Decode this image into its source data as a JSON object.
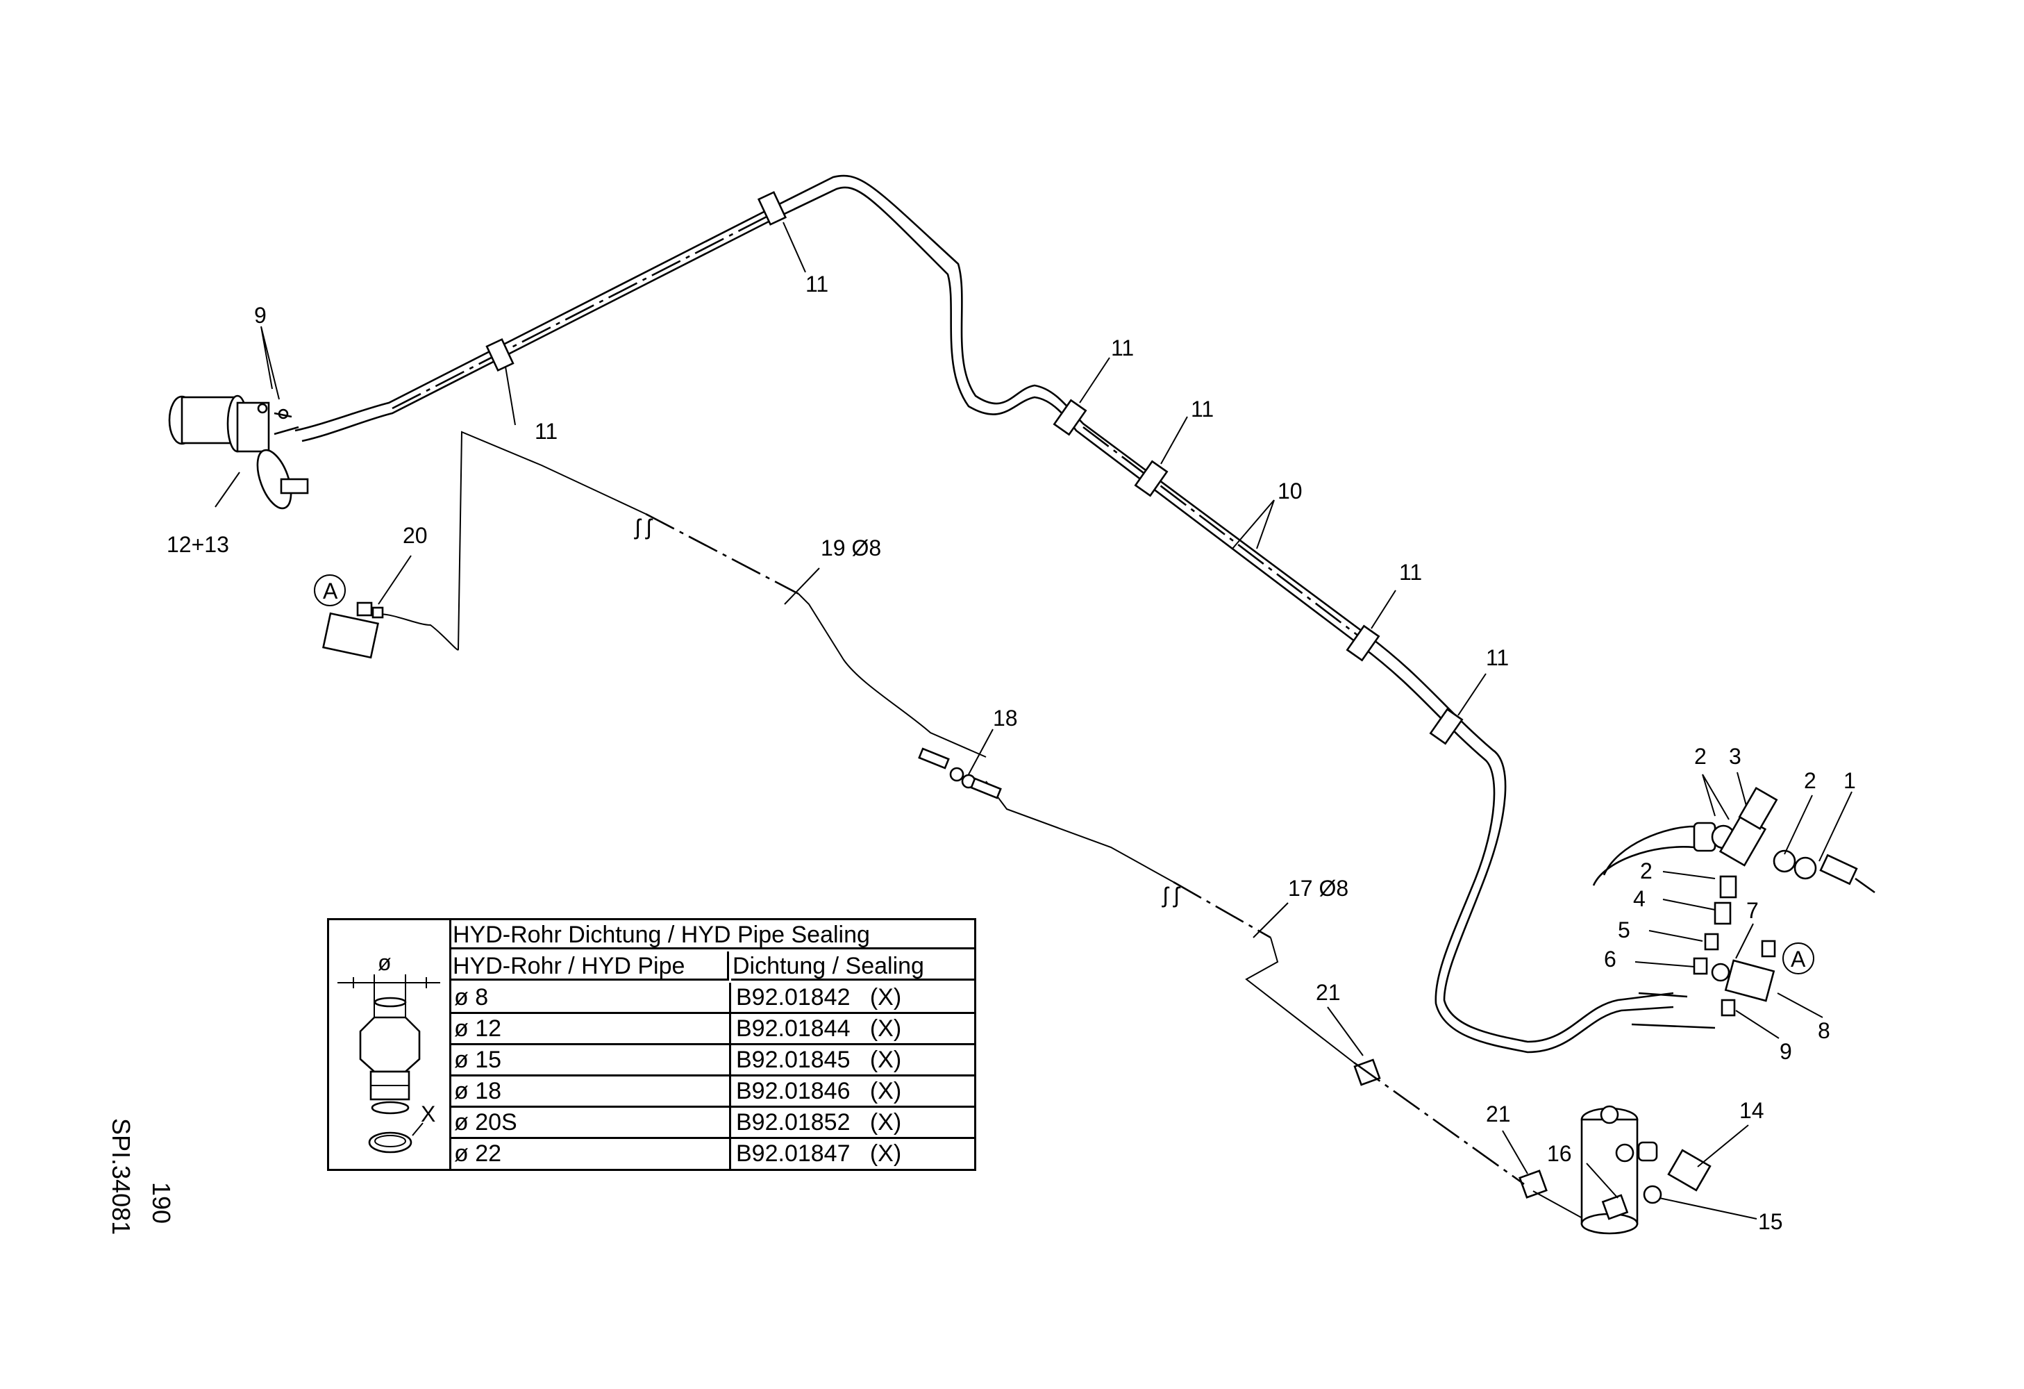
{
  "callouts": {
    "c_9_top": "9",
    "c_11_a": "11",
    "c_11_b": "11",
    "c_11_c": "11",
    "c_11_d": "11",
    "c_11_e": "11",
    "c_11_f": "11",
    "c_10": "10",
    "c_12_13": "12+13",
    "c_20": "20",
    "c_a_left": "A",
    "c_19": "19 Ø8",
    "c_18": "18",
    "c_17": "17 Ø8",
    "c_21_a": "21",
    "c_21_b": "21",
    "c_2_a": "2",
    "c_3": "3",
    "c_2_b": "2",
    "c_1": "1",
    "c_2_c": "2",
    "c_4": "4",
    "c_5": "5",
    "c_6": "6",
    "c_7": "7",
    "c_a_right": "A",
    "c_8": "8",
    "c_9_bottom": "9",
    "c_14": "14",
    "c_16": "16",
    "c_15": "15",
    "c_x": "X",
    "c_phi": "ø"
  },
  "seal_table": {
    "title": "HYD-Rohr Dichtung / HYD Pipe Sealing",
    "col_pipe": "HYD-Rohr / HYD Pipe",
    "col_seal": "Dichtung / Sealing",
    "rows": [
      {
        "pipe": "ø  8",
        "seal": "B92.01842   (X)"
      },
      {
        "pipe": "ø  12",
        "seal": "B92.01844   (X)"
      },
      {
        "pipe": "ø  15",
        "seal": "B92.01845   (X)"
      },
      {
        "pipe": "ø  18",
        "seal": "B92.01846   (X)"
      },
      {
        "pipe": "ø  20S",
        "seal": "B92.01852   (X)"
      },
      {
        "pipe": "ø  22",
        "seal": "B92.01847   (X)"
      }
    ]
  },
  "drawing": {
    "page_number": "190",
    "drawing_number": "SPI.34081"
  }
}
